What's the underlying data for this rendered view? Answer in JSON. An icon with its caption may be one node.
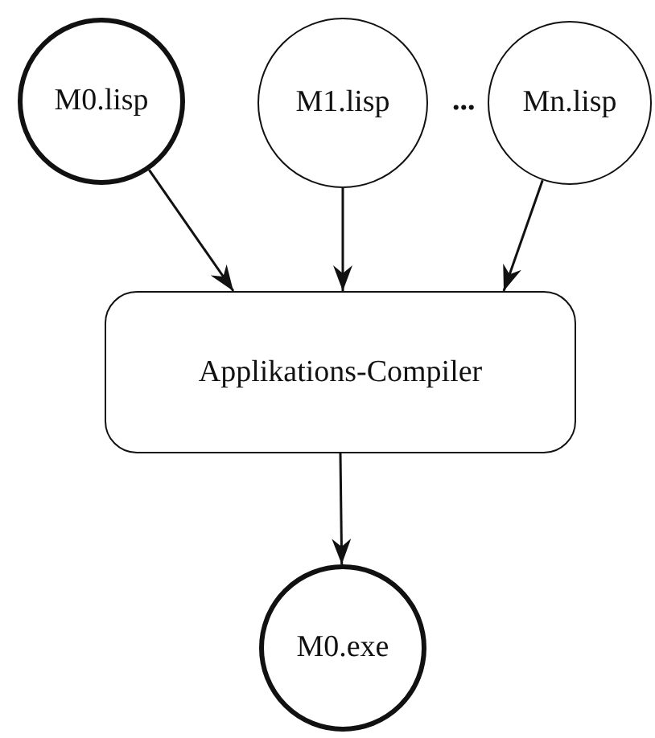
{
  "diagram": {
    "nodes": [
      {
        "text": [
          "M0.lisp"
        ]
      },
      {
        "text": [
          "M1.lisp"
        ]
      },
      {
        "text": [
          "Mn.lisp"
        ]
      },
      {
        "text": [
          "Applikations-Compiler"
        ]
      },
      {
        "text": [
          "M0.exe"
        ]
      }
    ],
    "edges": [
      {
        "from": 0,
        "to": 3,
        "arrow": "to"
      },
      {
        "from": 1,
        "to": 3,
        "arrow": "to"
      },
      {
        "from": 2,
        "to": 3,
        "arrow": "to"
      },
      {
        "from": 3,
        "to": 4,
        "arrow": "to"
      }
    ],
    "labels": [
      "..."
    ]
  }
}
